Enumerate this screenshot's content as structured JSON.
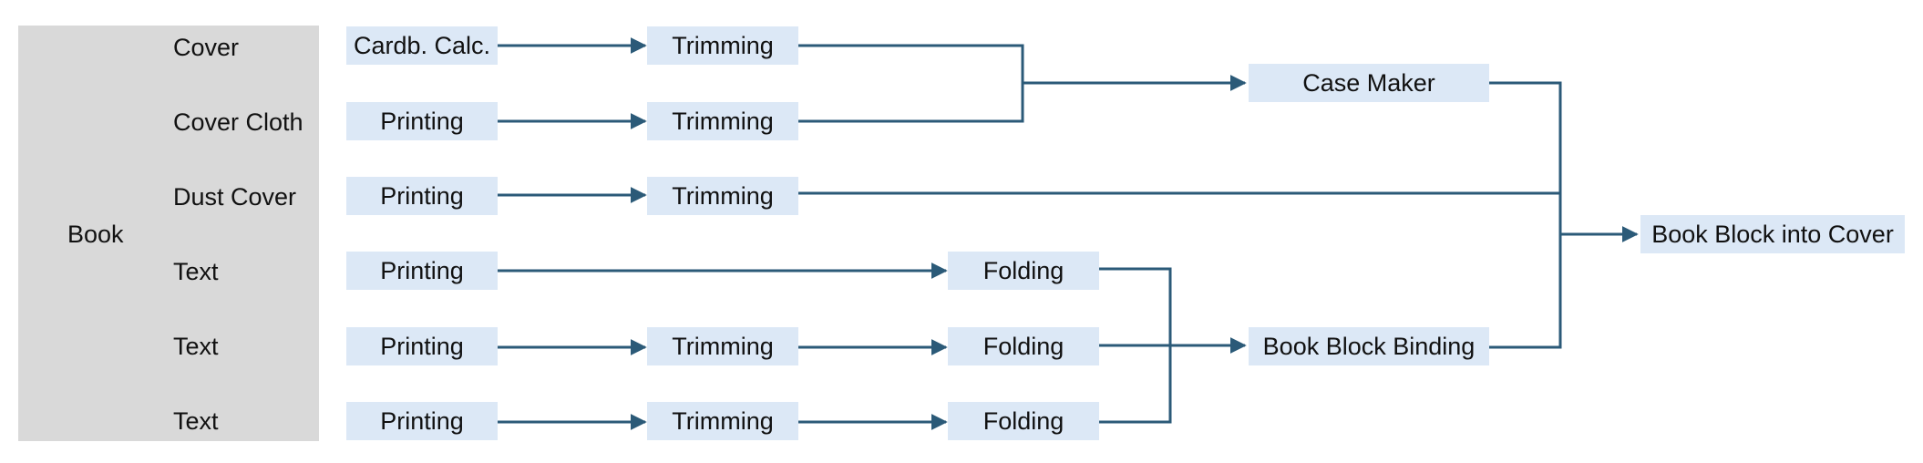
{
  "diagram": {
    "root_label": "Book",
    "rows": [
      {
        "label": "Cover"
      },
      {
        "label": "Cover Cloth"
      },
      {
        "label": "Dust Cover"
      },
      {
        "label": "Text"
      },
      {
        "label": "Text"
      },
      {
        "label": "Text"
      }
    ],
    "nodes": {
      "r0_calc": "Cardb. Calc.",
      "r0_trim": "Trimming",
      "r1_print": "Printing",
      "r1_trim": "Trimming",
      "r2_print": "Printing",
      "r2_trim": "Trimming",
      "r3_print": "Printing",
      "r3_fold": "Folding",
      "r4_print": "Printing",
      "r4_trim": "Trimming",
      "r4_fold": "Folding",
      "r5_print": "Printing",
      "r5_trim": "Trimming",
      "r5_fold": "Folding",
      "case_maker": "Case Maker",
      "binding": "Book Block Binding",
      "final": "Book Block into Cover"
    },
    "colors": {
      "node_fill": "#dce8f6",
      "connector": "#2b5a78",
      "panel": "#d9d9d9"
    }
  }
}
